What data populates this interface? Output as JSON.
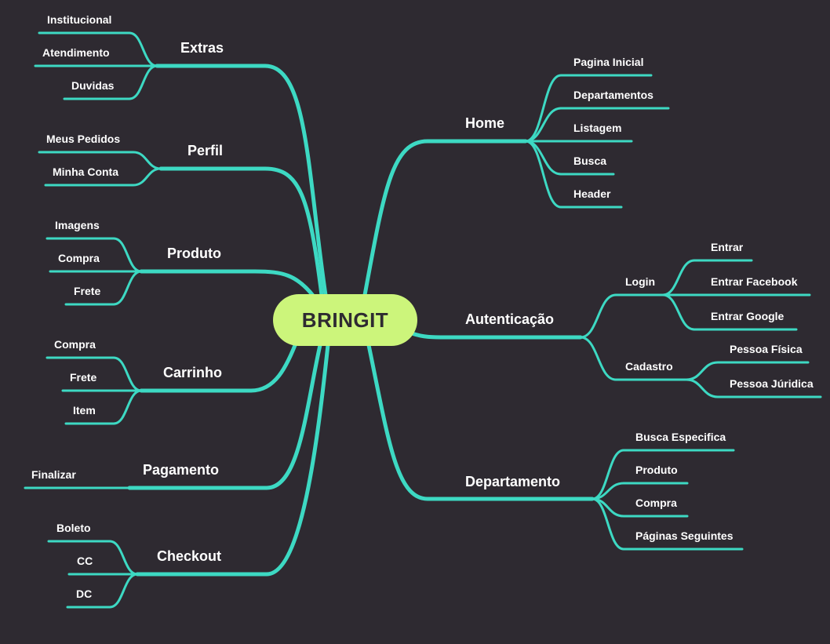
{
  "colors": {
    "background": "#2e2a31",
    "branch": "#3dd9c3",
    "center_fill": "#ccf57b",
    "text": "#ffffff"
  },
  "center": {
    "label": "BRINGIT"
  },
  "branches": [
    {
      "id": "extras",
      "label": "Extras",
      "children": [
        "Institucional",
        "Atendimento",
        "Duvidas"
      ]
    },
    {
      "id": "perfil",
      "label": "Perfil",
      "children": [
        "Meus Pedidos",
        "Minha Conta"
      ]
    },
    {
      "id": "produto",
      "label": "Produto",
      "children": [
        "Imagens",
        "Compra",
        "Frete"
      ]
    },
    {
      "id": "carrinho",
      "label": "Carrinho",
      "children": [
        "Compra",
        "Frete",
        "Item"
      ]
    },
    {
      "id": "pagamento",
      "label": "Pagamento",
      "children": [
        "Finalizar"
      ]
    },
    {
      "id": "checkout",
      "label": "Checkout",
      "children": [
        "Boleto",
        "CC",
        "DC"
      ]
    },
    {
      "id": "home",
      "label": "Home",
      "children": [
        "Pagina Inicial",
        "Departamentos",
        "Listagem",
        "Busca",
        "Header"
      ]
    },
    {
      "id": "autenticacao",
      "label": "Autenticação",
      "sub": [
        {
          "label": "Login",
          "children": [
            "Entrar",
            "Entrar Facebook",
            "Entrar Google"
          ]
        },
        {
          "label": "Cadastro",
          "children": [
            "Pessoa Física",
            "Pessoa Júridica"
          ]
        }
      ]
    },
    {
      "id": "departamento",
      "label": "Departamento",
      "children": [
        "Busca Especifica",
        "Produto",
        "Compra",
        "Páginas Seguintes"
      ]
    }
  ]
}
